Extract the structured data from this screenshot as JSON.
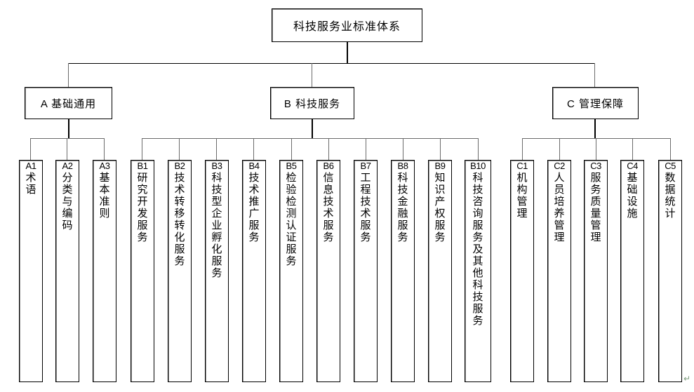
{
  "diagram": {
    "title": "科技服务业标准体系",
    "root": {
      "label": "科技服务业标准体系"
    },
    "branches": [
      {
        "code": "A",
        "label": "A 基础通用"
      },
      {
        "code": "B",
        "label": "B 科技服务"
      },
      {
        "code": "C",
        "label": "C 管理保障"
      }
    ],
    "leaves": [
      {
        "code": "A1",
        "label": "术语"
      },
      {
        "code": "A2",
        "label": "分类与编码"
      },
      {
        "code": "A3",
        "label": "基本准则"
      },
      {
        "code": "B1",
        "label": "研究开发服务"
      },
      {
        "code": "B2",
        "label": "技术转移转化服务"
      },
      {
        "code": "B3",
        "label": "科技型企业孵化服务"
      },
      {
        "code": "B4",
        "label": "技术推广服务"
      },
      {
        "code": "B5",
        "label": "检验检测认证服务"
      },
      {
        "code": "B6",
        "label": "信息技术服务"
      },
      {
        "code": "B7",
        "label": "工程技术服务"
      },
      {
        "code": "B8",
        "label": "科技金融服务"
      },
      {
        "code": "B9",
        "label": "知识产权服务"
      },
      {
        "code": "B10",
        "label": "科技咨询服务及其他科技服务"
      },
      {
        "code": "C1",
        "label": "机构管理"
      },
      {
        "code": "C2",
        "label": "人员培养管理"
      },
      {
        "code": "C3",
        "label": "服务质量管理"
      },
      {
        "code": "C4",
        "label": "基础设施"
      },
      {
        "code": "C5",
        "label": "数据统计"
      }
    ],
    "marks": {
      "paragraph_mark": "↵"
    },
    "colors": {
      "border": "#000000",
      "shadow": "#8f8f8f",
      "connector": "#000000",
      "background": "#ffffff",
      "paragraph_mark": "#7a9a7a"
    }
  }
}
